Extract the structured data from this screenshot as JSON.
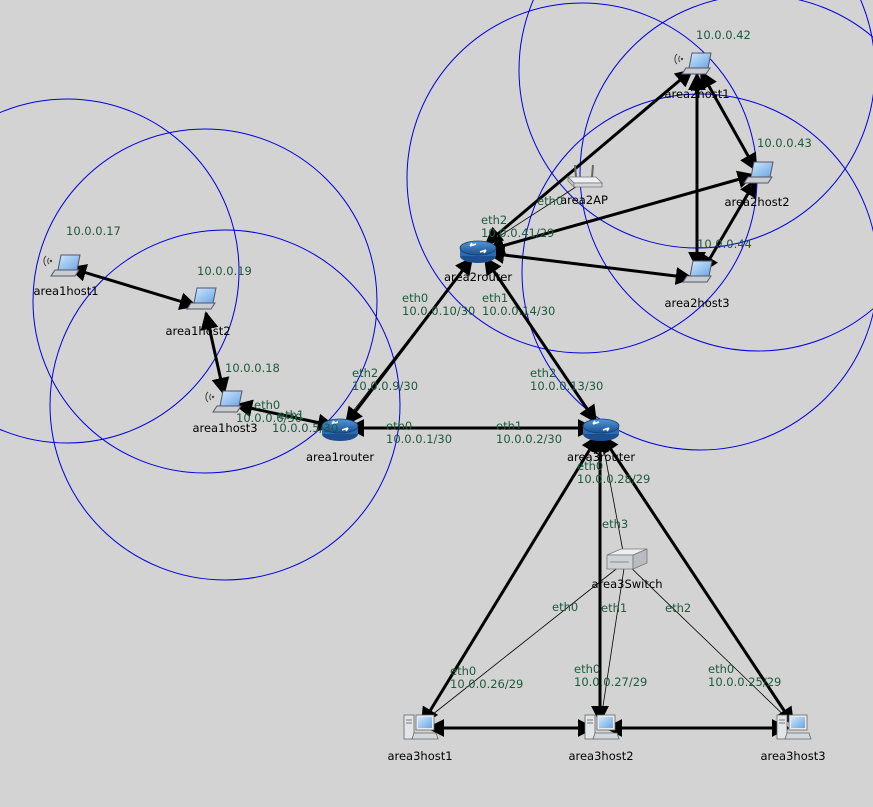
{
  "colors": {
    "background": "#d3d3d3",
    "range_circle": "#0000dd",
    "link": "#000000",
    "address_text": "#1e5a3c"
  },
  "nodes": {
    "area1host1": {
      "name": "area1host1",
      "addr": "10.0.0.17",
      "icon": "wireless-laptop-icon"
    },
    "area1host2": {
      "name": "area1host2",
      "addr": "10.0.0.19",
      "icon": "laptop-icon"
    },
    "area1host3": {
      "name": "area1host3",
      "addr": "10.0.0.18",
      "icon": "wireless-laptop-icon"
    },
    "area1router": {
      "name": "area1router",
      "icon": "router-icon"
    },
    "area2router": {
      "name": "area2router",
      "icon": "router-icon"
    },
    "area3router": {
      "name": "area3router",
      "icon": "router-icon"
    },
    "area2AP": {
      "name": "area2AP",
      "icon": "access-point-icon"
    },
    "area2host1": {
      "name": "area2host1",
      "addr": "10.0.0.42",
      "icon": "wireless-laptop-icon"
    },
    "area2host2": {
      "name": "area2host2",
      "addr": "10.0.0.43",
      "icon": "laptop-icon"
    },
    "area2host3": {
      "name": "area2host3",
      "addr": "10.0.0.44",
      "icon": "laptop-icon"
    },
    "area3Switch": {
      "name": "area3Switch",
      "icon": "switch-icon"
    },
    "area3host1": {
      "name": "area3host1",
      "icon": "desktop-computer-icon"
    },
    "area3host2": {
      "name": "area3host2",
      "icon": "desktop-computer-icon"
    },
    "area3host3": {
      "name": "area3host3",
      "icon": "desktop-computer-icon"
    }
  },
  "interfaces": {
    "a1h3_eth0": {
      "name": "eth0",
      "addr": "10.0.0.6/30"
    },
    "a1r_eth1": {
      "name": "eth1",
      "addr": "10.0.0.5/30"
    },
    "a1r_eth0": {
      "name": "eth0",
      "addr": "10.0.0.1/30"
    },
    "a1r_eth2": {
      "name": "eth2",
      "addr": "10.0.0.9/30"
    },
    "a2r_eth0": {
      "name": "eth0",
      "addr": "10.0.0.10/30"
    },
    "a2r_eth1": {
      "name": "eth1",
      "addr": "10.0.0.14/30"
    },
    "a2r_eth2": {
      "name": "eth2",
      "addr": "10.0.0.41/29"
    },
    "a2ap_eth0": {
      "name": "eth0"
    },
    "a3r_eth1": {
      "name": "eth1",
      "addr": "10.0.0.2/30"
    },
    "a3r_eth2": {
      "name": "eth2",
      "addr": "10.0.0.13/30"
    },
    "a3r_eth0": {
      "name": "eth0",
      "addr": "10.0.0.28/29"
    },
    "sw_eth3": {
      "name": "eth3"
    },
    "sw_eth0": {
      "name": "eth0"
    },
    "sw_eth1": {
      "name": "eth1"
    },
    "sw_eth2": {
      "name": "eth2"
    },
    "a3h1_eth0": {
      "name": "eth0",
      "addr": "10.0.0.26/29"
    },
    "a3h2_eth0": {
      "name": "eth0",
      "addr": "10.0.0.27/29"
    },
    "a3h3_eth0": {
      "name": "eth0",
      "addr": "10.0.0.25/29"
    }
  }
}
